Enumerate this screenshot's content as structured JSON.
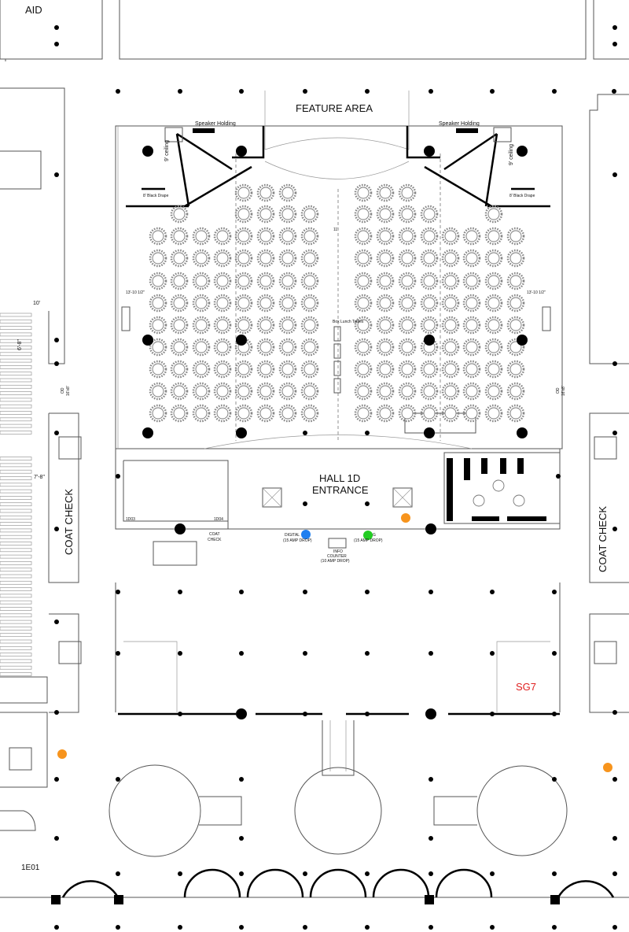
{
  "map": {
    "title": "HALL 1D",
    "title_line2": "ENTRANCE",
    "feature_area": "FEATURE AREA",
    "room_labels": {
      "aid": "AID",
      "sg7": "SG7",
      "e01": "1E01",
      "d03": "1D03",
      "d04": "1D04"
    },
    "speaker_holding_left": "Speaker Holding",
    "speaker_holding_right": "Speaker Holding",
    "ceiling_left": "9' ceiling",
    "ceiling_right": "9' ceiling",
    "black_drape_left": "8' Black Drape",
    "black_drape_right": "8' Black Drape",
    "coat_check_left": "COAT CHECK",
    "coat_check_right": "COAT CHECK",
    "coat_check_small_1": "COAT",
    "coat_check_small_2": "CHECK",
    "od_left_1": "OD",
    "od_left_2": "16'x8'",
    "od_right_1": "OD",
    "od_right_2": "16'x8'",
    "dim_7_8": "7'-8\"",
    "dim_6_8": "6'-8\"",
    "dim_10": "10'",
    "dim_left_width": "13'-10 1/2\"",
    "dim_right_width": "13'-10 1/2\"",
    "dim_11": "11'",
    "box_lunch": "Box Lunch Tables",
    "digital_label": "DIGITAL",
    "digital_sub": "(15 AMP DROP)",
    "reg_label": "G",
    "reg_sub": "(15 AMP DROP)",
    "info_line1": "INFO",
    "info_line2": "COUNTER",
    "info_line3": "(10 AMP DROP)",
    "markers": {
      "digital": "#1e7ff0",
      "registration": "#22cc22",
      "orange": "#f7941d"
    }
  }
}
